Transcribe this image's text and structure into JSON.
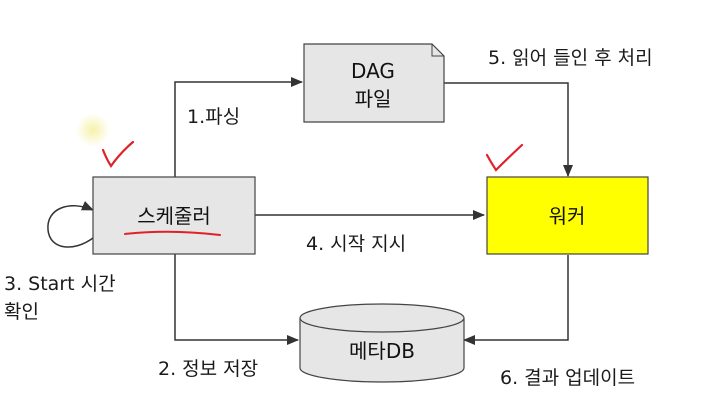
{
  "nodes": {
    "scheduler": "스케줄러",
    "dag_file_line1": "DAG",
    "dag_file_line2": "파일",
    "worker": "워커",
    "metadb": "메타DB"
  },
  "edges": {
    "parse": "1.파싱",
    "save_info": "2. 정보 저장",
    "check_start_line1": "3. Start 시간",
    "check_start_line2": "확인",
    "instruct_start": "4. 시작 지시",
    "read_process": "5. 읽어 들인 후 처리",
    "update_result": "6. 결과 업데이트"
  },
  "colors": {
    "scheduler_fill": "#e6e6e6",
    "dag_fill": "#e6e6e6",
    "worker_fill": "#ffff00",
    "metadb_fill": "#e6e6e6",
    "annotation_red": "#e0202a",
    "highlight_yellow": "#f5f0a0"
  }
}
